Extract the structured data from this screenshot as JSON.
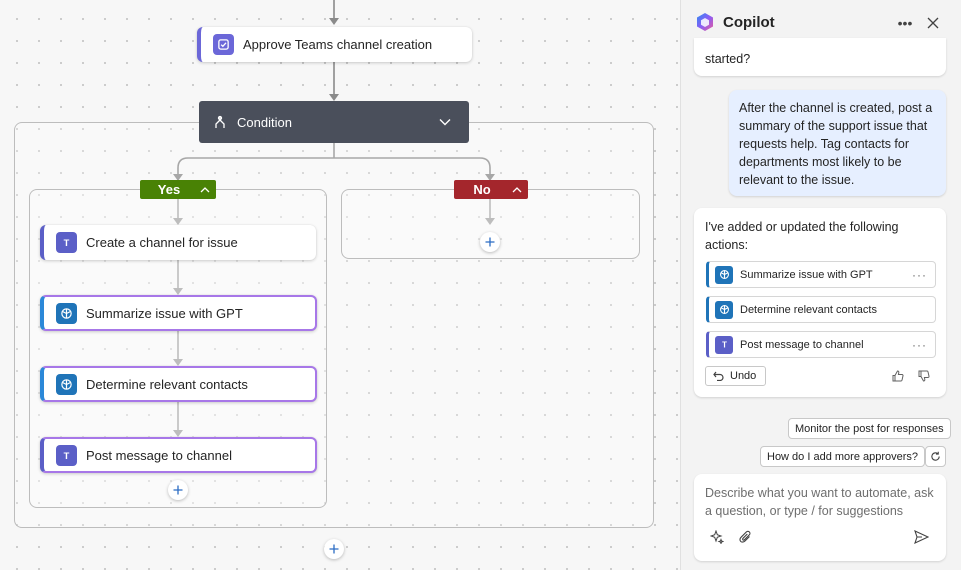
{
  "canvas": {
    "approve_step": "Approve Teams channel creation",
    "condition": {
      "label": "Condition"
    },
    "yes_branch": {
      "label": "Yes",
      "steps": [
        "Create a channel for issue",
        "Summarize issue with GPT",
        "Determine relevant contacts",
        "Post message to channel"
      ]
    },
    "no_branch": {
      "label": "No"
    },
    "colors": {
      "yes": "#498205",
      "no": "#a4262c",
      "condition": "#4a4f5b",
      "teams": "#5b5fc7",
      "gpt": "#1f74b8"
    }
  },
  "copilot": {
    "title": "Copilot",
    "bot_partial_message": "started?",
    "user_message": "After the channel is created, post a summary of the support issue that requests help. Tag contacts for departments most likely to be relevant to the issue.",
    "bot_response": {
      "text": "I've added or updated the following actions:",
      "actions": [
        "Summarize issue with GPT",
        "Determine relevant contacts",
        "Post message to channel"
      ],
      "undo_label": "Undo"
    },
    "suggestions": [
      "Monitor the post for responses",
      "How do I add more approvers?"
    ],
    "input_placeholder": "Describe what you want to automate, ask a question, or type / for suggestions"
  }
}
